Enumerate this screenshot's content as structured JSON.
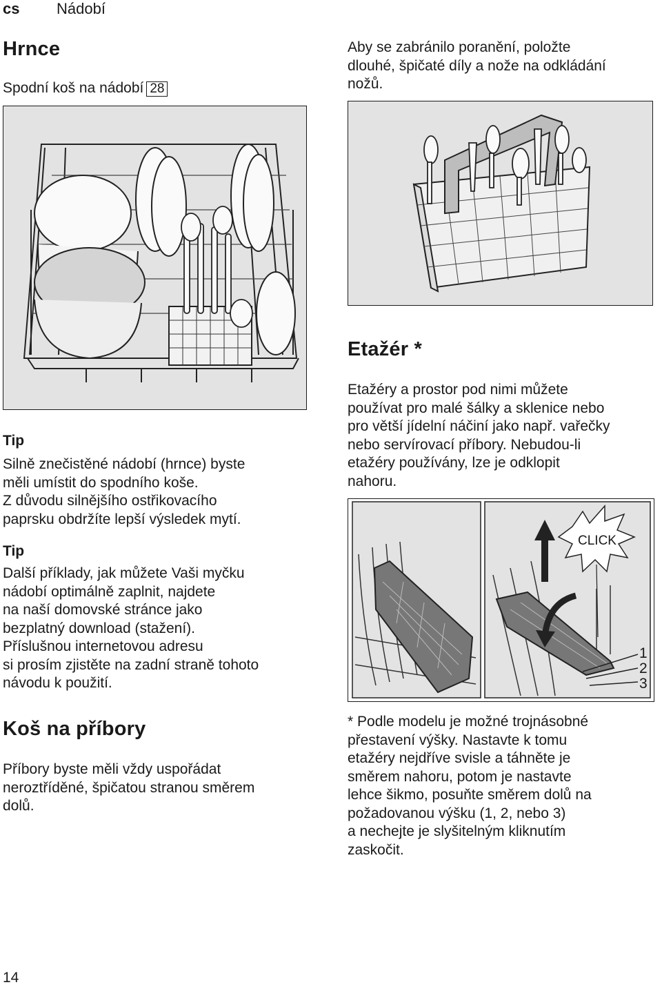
{
  "header": {
    "lang": "cs",
    "section": "Nádobí"
  },
  "left": {
    "pots_title": "Hrnce",
    "lower_basket_label": "Spodní koš na nádobí",
    "lower_basket_part": "28",
    "tip1_title": "Tip",
    "tip1_lines": [
      "Silně znečistěné nádobí (hrnce) byste",
      "měli umístit do spodního koše.",
      "Z důvodu silnějšího ostřikovacího",
      "paprsku obdržíte lepší výsledek mytí."
    ],
    "tip2_title": "Tip",
    "tip2_lines": [
      "Další příklady, jak můžete Vaši myčku",
      "nádobí optimálně zaplnit, najdete",
      "na naší domovské stránce jako",
      "bezplatný download (stažení).",
      "Příslušnou internetovou adresu",
      "si prosím zjistěte na zadní straně tohoto",
      "návodu k použití."
    ],
    "cutlery_title": "Koš na příbory",
    "cutlery_lines": [
      "Příbory byste měli vždy uspořádat",
      "neroztříděné, špičatou stranou směrem",
      "dolů."
    ]
  },
  "right": {
    "knife_lines": [
      "Aby se zabránilo poranění, položte",
      "dlouhé, špičaté díly a nože na odkládání",
      "nožů."
    ],
    "shelf_title": "Etažér *",
    "shelf_lines": [
      "Etažéry a prostor pod nimi můžete",
      "používat pro malé šálky a sklenice nebo",
      "pro větší jídelní náčiní jako např. vařečky",
      "nebo servírovací příbory. Nebudou-li",
      "etažéry používány, lze je odklopit",
      "nahoru."
    ],
    "figure_click": "CLICK",
    "figure_levels": [
      "1",
      "2",
      "3"
    ],
    "note_lines": [
      "* Podle modelu je možné trojnásobné",
      "přestavení výšky. Nastavte k tomu",
      "etažéry nejdříve svisle a táhněte je",
      "směrem nahoru, potom je nastavte",
      "lehce šikmo, posuňte směrem dolů na",
      "požadovanou výšku (1, 2, nebo 3)",
      "a nechejte je slyšitelným kliknutím",
      "zaskočit."
    ]
  },
  "footer": {
    "page_number": "14"
  }
}
